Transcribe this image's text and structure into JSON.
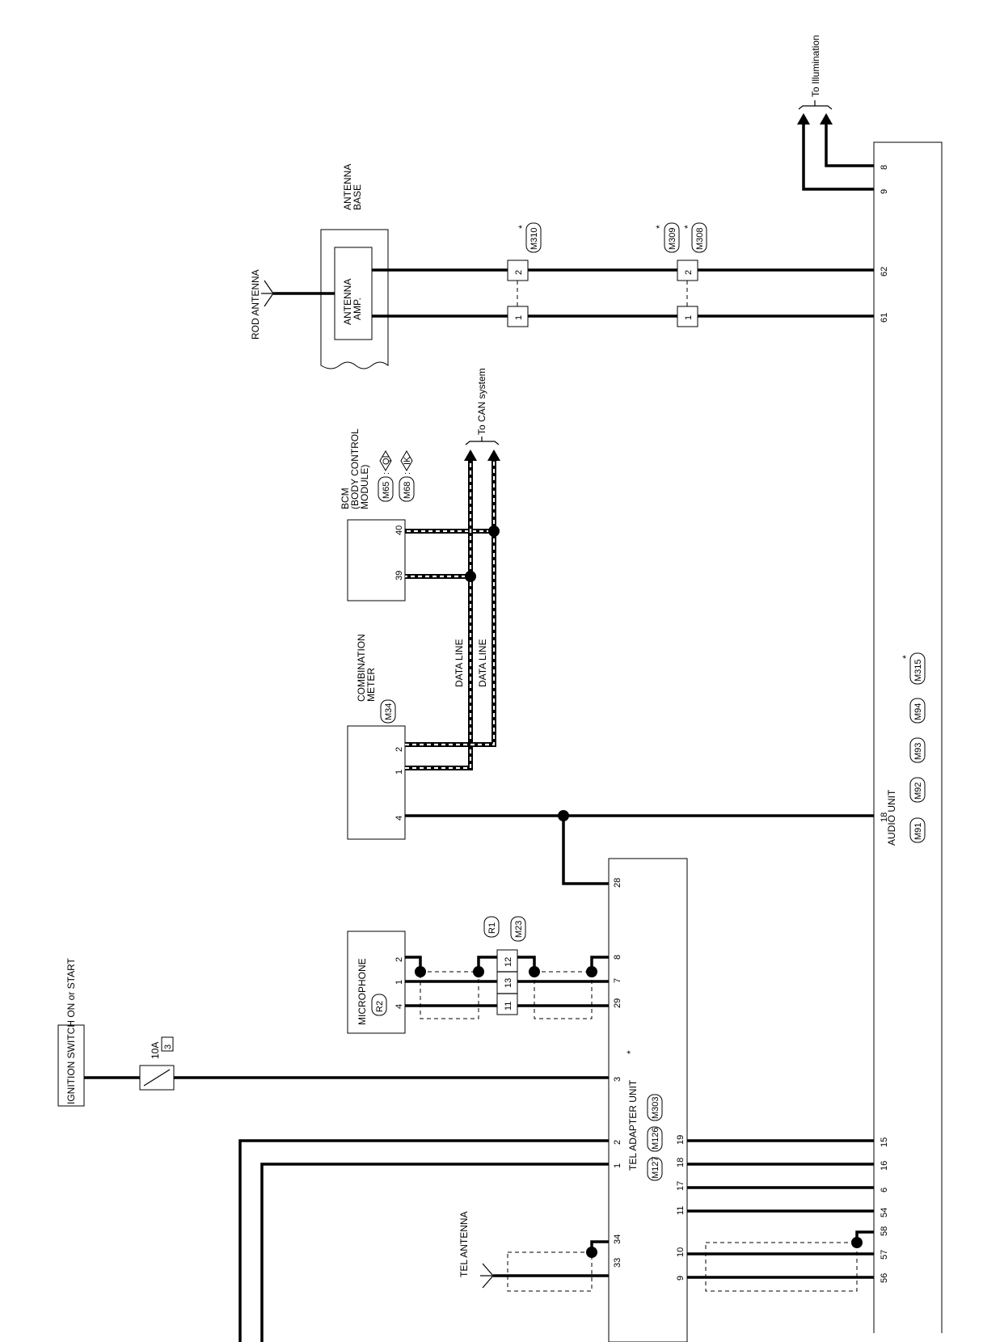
{
  "components": {
    "ignition_switch": "IGNITION SWITCH ON or START",
    "fuse": {
      "rating": "10A",
      "number": "3"
    },
    "tel_antenna": "TEL ANTENNA",
    "microphone": {
      "name": "MICROPHONE",
      "connectors": [
        "R2"
      ]
    },
    "combination_meter": {
      "name": "COMBINATION METER",
      "connectors": [
        "M34"
      ]
    },
    "bcm": {
      "name": "BCM (BODY CONTROL MODULE)",
      "connectors": [
        "M65",
        "M68"
      ],
      "variants": [
        "QI",
        "IK"
      ]
    },
    "rod_antenna": "ROD ANTENNA",
    "antenna_base": {
      "name": "ANTENNA BASE",
      "amp": "ANTENNA AMP."
    },
    "tel_adapter_unit": {
      "name": "TEL ADAPTER UNIT",
      "connectors": [
        "M127",
        "M126",
        "M303"
      ]
    },
    "audio_unit": {
      "name": "AUDIO UNIT",
      "connectors": [
        "M91",
        "M92",
        "M93",
        "M94",
        "M315"
      ]
    },
    "junction_connectors": {
      "mic_side": "R1",
      "unit_side": "M23"
    },
    "antenna_connectors": [
      "M310",
      "M309",
      "M308"
    ]
  },
  "labels": {
    "data_line": "DATA LINE",
    "to_can": "To CAN system",
    "to_illumination": "To Illumination",
    "asterisk": "*"
  },
  "pins": {
    "mic": [
      "2",
      "1",
      "4"
    ],
    "jc": [
      "12",
      "13",
      "11"
    ],
    "tel_mic": [
      "8",
      "7",
      "29"
    ],
    "tel_28": "28",
    "tel_3": "3",
    "tel_top": [
      "2",
      "1",
      "34",
      "33"
    ],
    "tel_bottom": [
      "19",
      "18",
      "17",
      "11",
      "10",
      "9"
    ],
    "meter": [
      "2",
      "1",
      "4"
    ],
    "bcm": [
      "40",
      "39"
    ],
    "audio_18": "18",
    "audio_illum": [
      "8",
      "9"
    ],
    "audio_antenna": [
      "62",
      "61"
    ],
    "audio_bottom": [
      "15",
      "16",
      "6",
      "54",
      "58",
      "57",
      "56"
    ],
    "ant_conn": [
      "2",
      "1"
    ]
  }
}
